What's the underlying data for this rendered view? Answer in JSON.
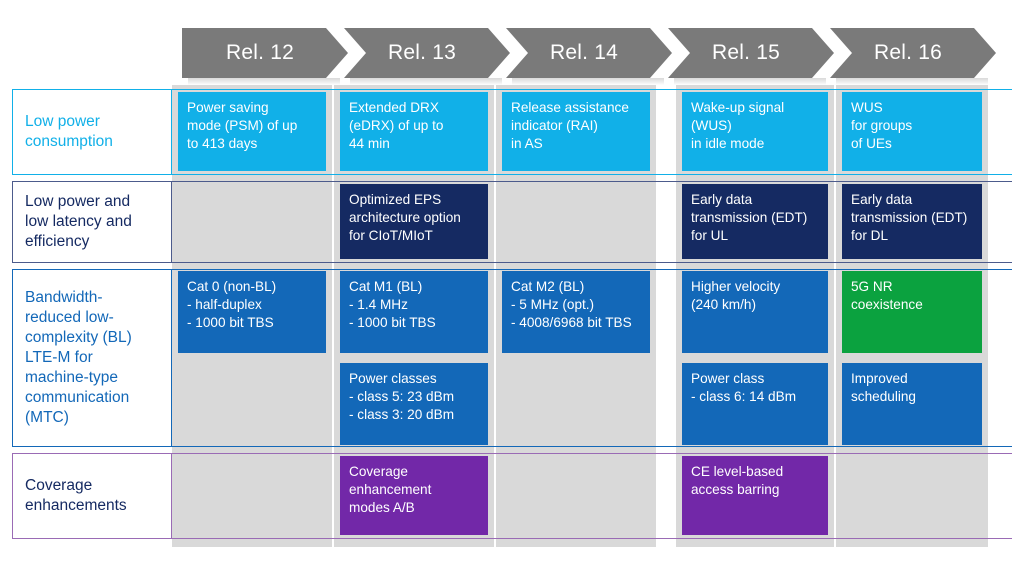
{
  "meta": {
    "title": "3GPP Release roadmap for LTE-M / MTC features",
    "colors": {
      "header_gray": "#7a7a7a",
      "column_gray": "#d9d9d9",
      "cyan": "#11b0e8",
      "navy": "#152a62",
      "blue": "#1368b8",
      "green": "#0ba23f",
      "purple": "#7228a8",
      "white": "#ffffff"
    }
  },
  "header": {
    "releases": [
      {
        "label": "Rel. 12"
      },
      {
        "label": "Rel. 13"
      },
      {
        "label": "Rel. 14"
      },
      {
        "label": "Rel. 15"
      },
      {
        "label": "Rel. 16"
      }
    ]
  },
  "rows": [
    {
      "id": "low-power-consumption",
      "label": "Low power\nconsumption",
      "label_color": "#11b0e8",
      "border_color": "#11b0e8",
      "cells": [
        {
          "release": "Rel. 12",
          "text": "Power saving\nmode (PSM) of up\nto 413 days",
          "color": "#11b0e8"
        },
        {
          "release": "Rel. 13",
          "text": "Extended DRX\n(eDRX) of up to\n44 min",
          "color": "#11b0e8"
        },
        {
          "release": "Rel. 14",
          "text": "Release assistance\nindicator (RAI)\nin AS",
          "color": "#11b0e8"
        },
        {
          "release": "Rel. 15",
          "text": "Wake-up signal\n(WUS)\nin idle mode",
          "color": "#11b0e8"
        },
        {
          "release": "Rel. 16",
          "text": "WUS\nfor groups\nof UEs",
          "color": "#11b0e8"
        }
      ]
    },
    {
      "id": "low-power-low-latency-efficiency",
      "label": "Low power and\nlow latency and\nefficiency",
      "label_color": "#152a62",
      "border_color": "#4c5b8c",
      "cells": [
        {
          "release": "Rel. 12",
          "text": "",
          "color": null
        },
        {
          "release": "Rel. 13",
          "text": "Optimized EPS\narchitecture option\nfor CIoT/MIoT",
          "color": "#152a62"
        },
        {
          "release": "Rel. 14",
          "text": "",
          "color": null
        },
        {
          "release": "Rel. 15",
          "text": "Early data\ntransmission (EDT)\nfor UL",
          "color": "#152a62"
        },
        {
          "release": "Rel. 16",
          "text": "Early data\ntransmission (EDT)\nfor DL",
          "color": "#152a62"
        }
      ]
    },
    {
      "id": "bandwidth-reduced-low-complexity",
      "label": "Bandwidth-\nreduced low-\ncomplexity (BL)\nLTE-M for\nmachine-type\ncommunication\n(MTC)",
      "label_color": "#1368b8",
      "border_color": "#1368b8",
      "cells_top": [
        {
          "release": "Rel. 12",
          "text": "Cat 0 (non-BL)\n- half-duplex\n- 1000 bit TBS",
          "color": "#1368b8"
        },
        {
          "release": "Rel. 13",
          "text": "Cat M1 (BL)\n- 1.4 MHz\n- 1000 bit TBS",
          "color": "#1368b8"
        },
        {
          "release": "Rel. 14",
          "text": "Cat M2 (BL)\n- 5 MHz (opt.)\n- 4008/6968 bit TBS",
          "color": "#1368b8"
        },
        {
          "release": "Rel. 15",
          "text": "Higher velocity\n(240 km/h)",
          "color": "#1368b8"
        },
        {
          "release": "Rel. 16",
          "text": "5G NR\ncoexistence",
          "color": "#0ba23f"
        }
      ],
      "cells_bottom": [
        {
          "release": "Rel. 12",
          "text": "",
          "color": null
        },
        {
          "release": "Rel. 13",
          "text": "Power classes\n- class 5: 23 dBm\n- class 3: 20 dBm",
          "color": "#1368b8"
        },
        {
          "release": "Rel. 14",
          "text": "",
          "color": null
        },
        {
          "release": "Rel. 15",
          "text": "Power class\n- class 6: 14 dBm",
          "color": "#1368b8"
        },
        {
          "release": "Rel. 16",
          "text": "Improved\nscheduling",
          "color": "#1368b8"
        }
      ]
    },
    {
      "id": "coverage-enhancements",
      "label": "Coverage\nenhancements",
      "label_color": "#152a62",
      "border_color": "#9a6bb5",
      "cells": [
        {
          "release": "Rel. 12",
          "text": "",
          "color": null
        },
        {
          "release": "Rel. 13",
          "text": "Coverage\nenhancement\nmodes A/B",
          "color": "#7228a8"
        },
        {
          "release": "Rel. 14",
          "text": "",
          "color": null
        },
        {
          "release": "Rel. 15",
          "text": "CE level-based\naccess barring",
          "color": "#7228a8"
        },
        {
          "release": "Rel. 16",
          "text": "",
          "color": null
        }
      ]
    }
  ]
}
